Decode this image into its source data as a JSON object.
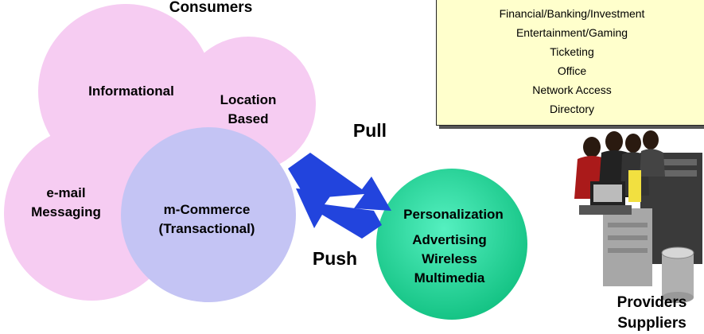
{
  "consumers": {
    "title": "Consumers",
    "informational": "Informational",
    "location_based": [
      "Location",
      "Based"
    ],
    "email": [
      "e-mail",
      "Messaging"
    ],
    "mcommerce": [
      "m-Commerce",
      "(Transactional)"
    ]
  },
  "arrows": {
    "pull": "Pull",
    "push": "Push"
  },
  "provider_circle": {
    "lines": [
      "Personalization",
      "Advertising",
      "Wireless",
      "Multimedia"
    ]
  },
  "services": [
    "Financial/Banking/Investment",
    "Entertainment/Gaming",
    "Ticketing",
    "Office",
    "Network Access",
    "Directory"
  ],
  "providers": {
    "label": [
      "Providers",
      "Suppliers"
    ]
  },
  "colors": {
    "pink": "#f6ccf2",
    "lavender": "#c4c4f4",
    "green": "#22e0a0",
    "arrow_blue": "#2244dd",
    "box_yellow": "#ffffcc"
  }
}
